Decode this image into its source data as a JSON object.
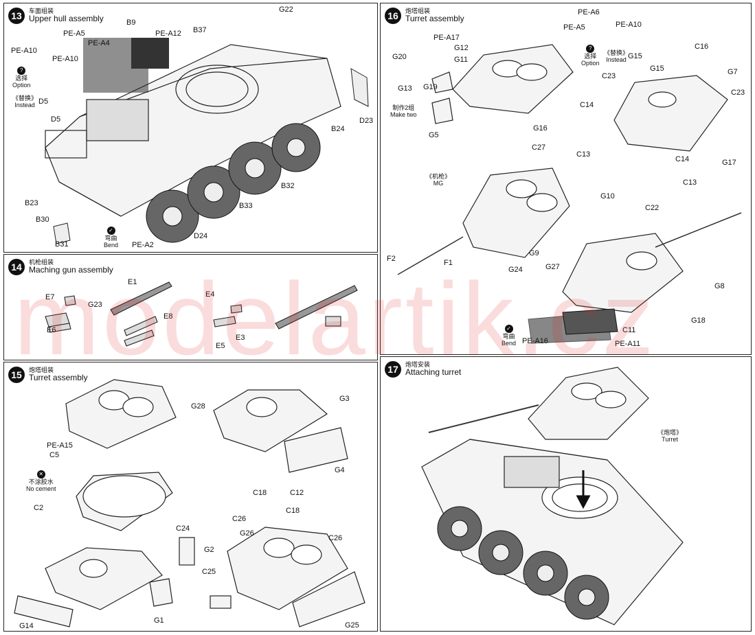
{
  "watermark": "modelartik.cz",
  "steps": {
    "s13": {
      "num": "13",
      "cn": "车面组装",
      "en": "Upper hull assembly",
      "labels": {
        "pea5": "PE-A5",
        "pea10": "PE-A10",
        "pea10b": "PE-A10",
        "pea4": "PE-A4",
        "b9": "B9",
        "pea12": "PE-A12",
        "b37": "B37",
        "g22": "G22",
        "d5a": "D5",
        "d5b": "D5",
        "d23": "D23",
        "b24": "B24",
        "b32": "B32",
        "b33": "B33",
        "b23": "B23",
        "b30": "B30",
        "b31": "B31",
        "d24": "D24",
        "pea2": "PE-A2"
      },
      "option_cn": "选择",
      "option_en": "Option",
      "instead_cn": "《替换》",
      "instead_en": "Instead",
      "bend_cn": "弯曲",
      "bend_en": "Bend"
    },
    "s14": {
      "num": "14",
      "cn": "机枪组装",
      "en": "Maching gun assembly",
      "labels": {
        "e1": "E1",
        "e7": "E7",
        "g23": "G23",
        "e6": "E6",
        "e8": "E8",
        "e4": "E4",
        "e5": "E5",
        "e3": "E3"
      }
    },
    "s15": {
      "num": "15",
      "cn": "炮塔组装",
      "en": "Turret assembly",
      "labels": {
        "g28": "G28",
        "pea15": "PE-A15",
        "c5": "C5",
        "c2": "C2",
        "g3": "G3",
        "g4": "G4",
        "c18a": "C18",
        "c12": "C12",
        "c18b": "C18",
        "c26a": "C26",
        "c26b": "C26",
        "g26": "G26",
        "g2": "G2",
        "c24": "C24",
        "c25": "C25",
        "g14": "G14",
        "g1": "G1",
        "g25": "G25"
      },
      "nocement_cn": "不涂胶水",
      "nocement_en": "No cement"
    },
    "s16": {
      "num": "16",
      "cn": "炮塔组装",
      "en": "Turret assembly",
      "labels": {
        "pea17": "PE-A17",
        "g20": "G20",
        "g12": "G12",
        "g11": "G11",
        "g13": "G13",
        "g19": "G19",
        "g5": "G5",
        "pea6": "PE-A6",
        "pea5": "PE-A5",
        "pea10": "PE-A10",
        "g15a": "G15",
        "g15b": "G15",
        "c16": "C16",
        "c23a": "C23",
        "g7": "G7",
        "c23b": "C23",
        "c14a": "C14",
        "c13a": "C13",
        "c14b": "C14",
        "g17": "G17",
        "c13b": "C13",
        "g16": "G16",
        "c27": "C27",
        "f2": "F2",
        "f1": "F1",
        "g24": "G24",
        "g9": "G9",
        "g27": "G27",
        "g10": "G10",
        "c22": "C22",
        "g8": "G8",
        "g18": "G18",
        "c11": "C11",
        "pea16": "PE-A16",
        "pea11": "PE-A11"
      },
      "maketwo_cn": "制作2组",
      "maketwo_en": "Make two",
      "mg_cn": "《机枪》",
      "mg_en": "MG",
      "option_cn": "选择",
      "option_en": "Option",
      "instead_cn": "《替换》",
      "instead_en": "Instead",
      "bend_cn": "弯曲",
      "bend_en": "Bend"
    },
    "s17": {
      "num": "17",
      "cn": "炮塔安装",
      "en": "Attaching turret",
      "turret_cn": "《炮塔》",
      "turret_en": "Turret"
    }
  }
}
